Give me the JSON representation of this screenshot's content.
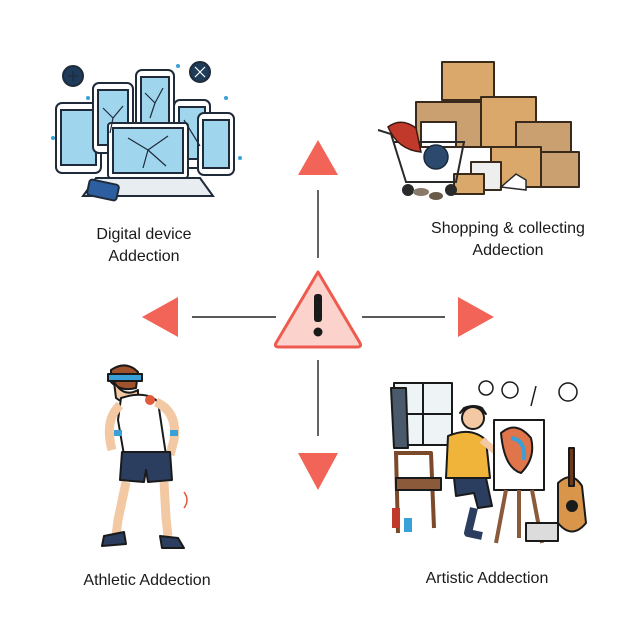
{
  "labels": {
    "digital_line1": "Digital device",
    "digital_line2": "Addection",
    "shopping_line1": "Shopping & collecting",
    "shopping_line2": "Addection",
    "athletic": "Athletic Addection",
    "artistic": "Artistic Addection"
  },
  "icons": {
    "center": "warning-triangle-icon",
    "digital": "broken-devices-illustration",
    "shopping": "boxes-and-cart-illustration",
    "athletic": "injured-athlete-illustration",
    "artistic": "painter-at-easel-illustration"
  },
  "colors": {
    "arrow": "#f26457",
    "warning_fill": "#fbd3cc",
    "warning_stroke": "#ee5a4e",
    "line": "#222222"
  }
}
